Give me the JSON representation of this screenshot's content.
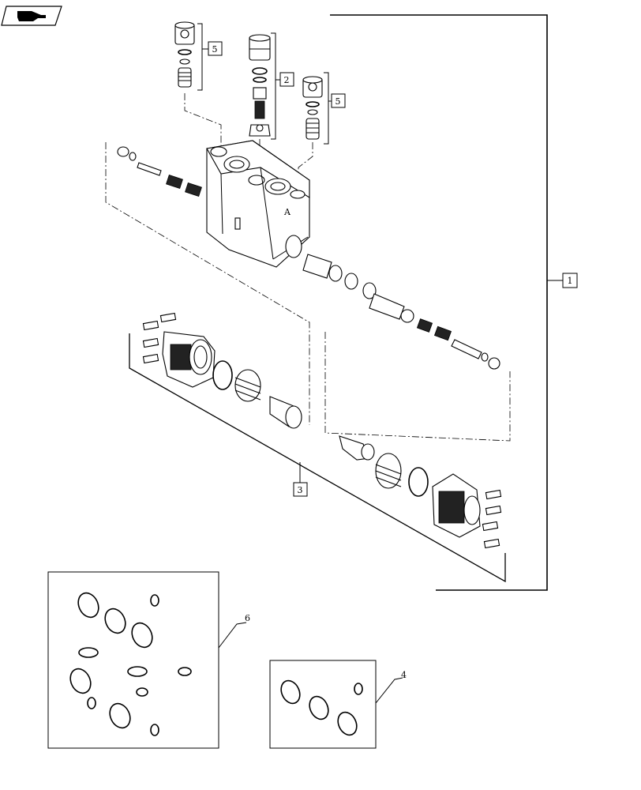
{
  "diagram": {
    "nav_icon": "pointing-hand-icon",
    "callouts": {
      "c1": "1",
      "c2": "2",
      "c3": "3",
      "c4": "4",
      "c5a": "5",
      "c5b": "5",
      "c6": "6"
    },
    "body_mark": "A"
  }
}
